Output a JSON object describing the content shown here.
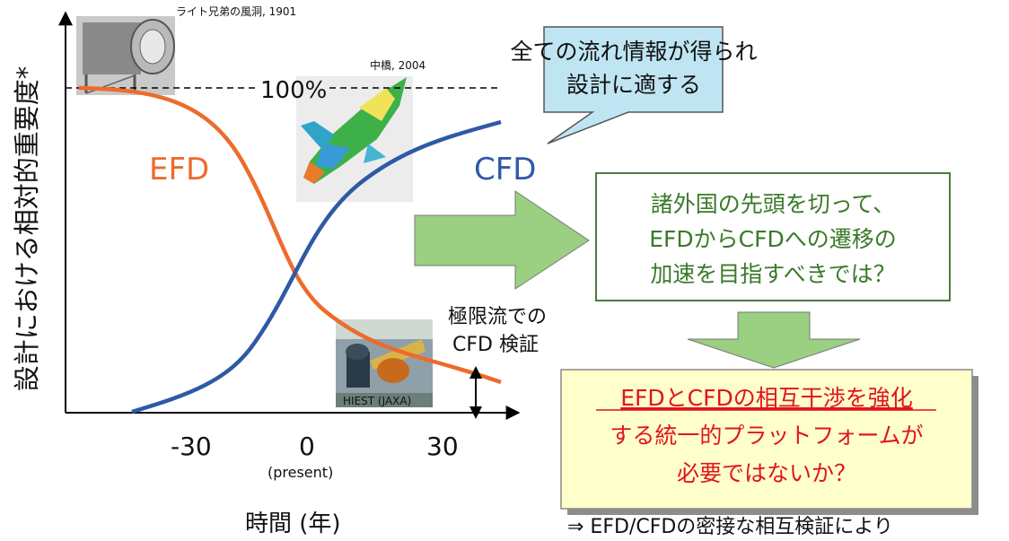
{
  "axis": {
    "ylabel": "設計における相対的重要度*",
    "xlabel": "時間 (年)",
    "ticks": [
      "-30",
      "0",
      "30"
    ],
    "present_note": "(present)",
    "hundred_label": "100%"
  },
  "images": {
    "wind_tunnel_caption": "ライト兄弟の風洞, 1901",
    "cfd_plane_caption": "中橋, 2004",
    "hiest_caption": "HIEST (JAXA)"
  },
  "curves": {
    "efd_label": "EFD",
    "cfd_label": "CFD",
    "efd_color": "#ed6b2c",
    "cfd_color": "#2e59a6"
  },
  "callout_extreme": [
    "極限流での",
    "CFD 検証"
  ],
  "speech_bubble": [
    "全ての流れ情報が得られ",
    "設計に適する"
  ],
  "green_box": [
    "諸外国の先頭を切って、",
    "EFDからCFDへの遷移の",
    "加速を目指すべきでは？"
  ],
  "yellow_box": [
    "EFDとCFDの相互干渉を強化",
    "する統一的プラットフォームが",
    "必要ではないか？"
  ],
  "footer_note": "⇒ EFD/CFDの密接な相互検証により",
  "colors": {
    "bubble_fill": "#bfe5f2",
    "green_arrow": "#9bcf82",
    "green_text": "#3a7a2a",
    "yellow_fill": "#ffffcc",
    "red_text": "#e0141c"
  }
}
